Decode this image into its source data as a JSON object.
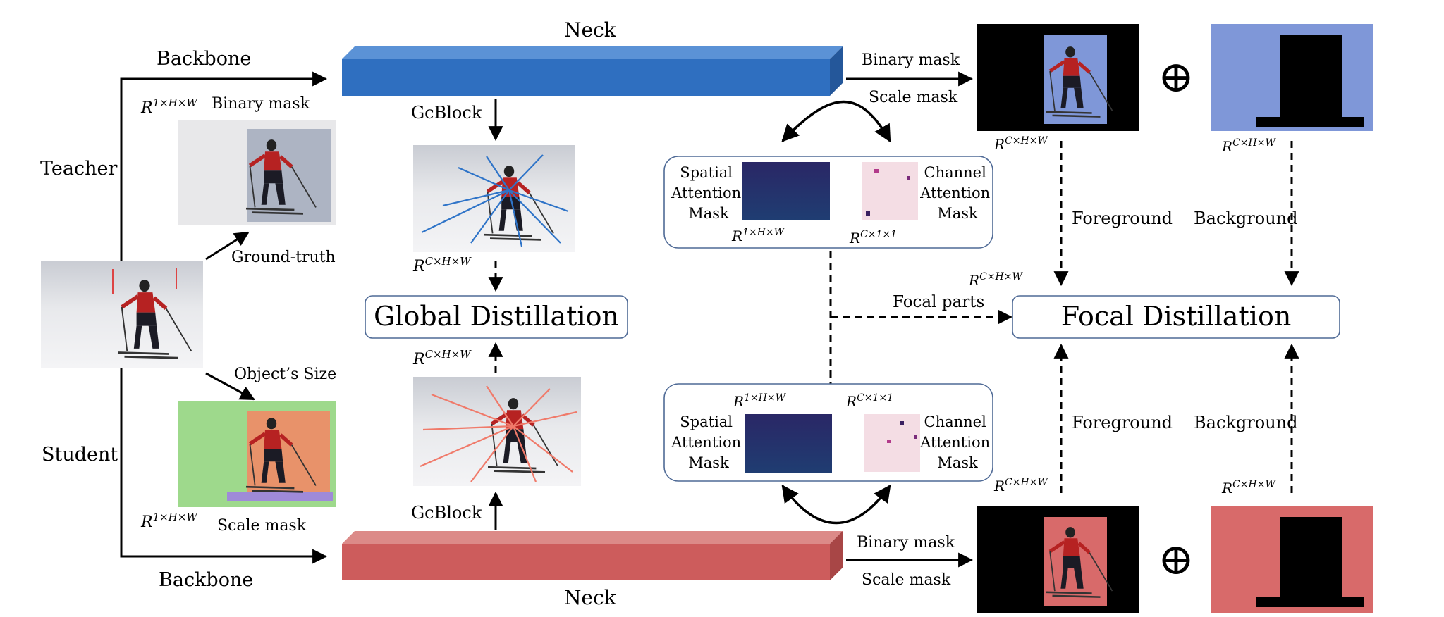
{
  "labels": {
    "backbone_top": "Backbone",
    "backbone_bottom": "Backbone",
    "neck_top": "Neck",
    "neck_bottom": "Neck",
    "teacher": "Teacher",
    "student": "Student",
    "binary_mask_left": "Binary mask",
    "scale_mask_left": "Scale mask",
    "ground_truth": "Ground-truth",
    "objects_size": "Object’s Size",
    "gcblock_top": "GcBlock",
    "gcblock_bottom": "GcBlock",
    "global_distillation": "Global Distillation",
    "focal_distillation": "Focal Distillation",
    "binary_mask_right_top": "Binary mask",
    "scale_mask_right_top": "Scale mask",
    "binary_mask_right_bottom": "Binary mask",
    "scale_mask_right_bottom": "Scale mask",
    "spatial_attention_mask": [
      "Spatial",
      "Attention",
      "Mask"
    ],
    "channel_attention_mask": [
      "Channel",
      "Attention",
      "Mask"
    ],
    "foreground": "Foreground",
    "background": "Background",
    "focal_parts": "Focal parts",
    "xor_symbol": "⊕"
  },
  "math": {
    "r1hw": "R",
    "r1hw_sup": "1×H×W",
    "rchw": "R",
    "rchw_sup": "C×H×W",
    "rc11": "R",
    "rc11_sup": "C×1×1"
  },
  "colors": {
    "teacher_neck": "#2f6fc0",
    "teacher_neck_top": "#5b92d6",
    "student_neck": "#cd5c5c",
    "student_neck_top": "#dc8a88",
    "teacher_tint": "#7f97d8",
    "student_tint": "#d86a6a",
    "foreground_green": "#9ed98c",
    "object_orange": "#e8926a",
    "scale_purple": "#9f8ad8",
    "attention_dark": "#2a2766",
    "channel_pink": "#f4dde4",
    "box_border": "#4f6a96"
  }
}
